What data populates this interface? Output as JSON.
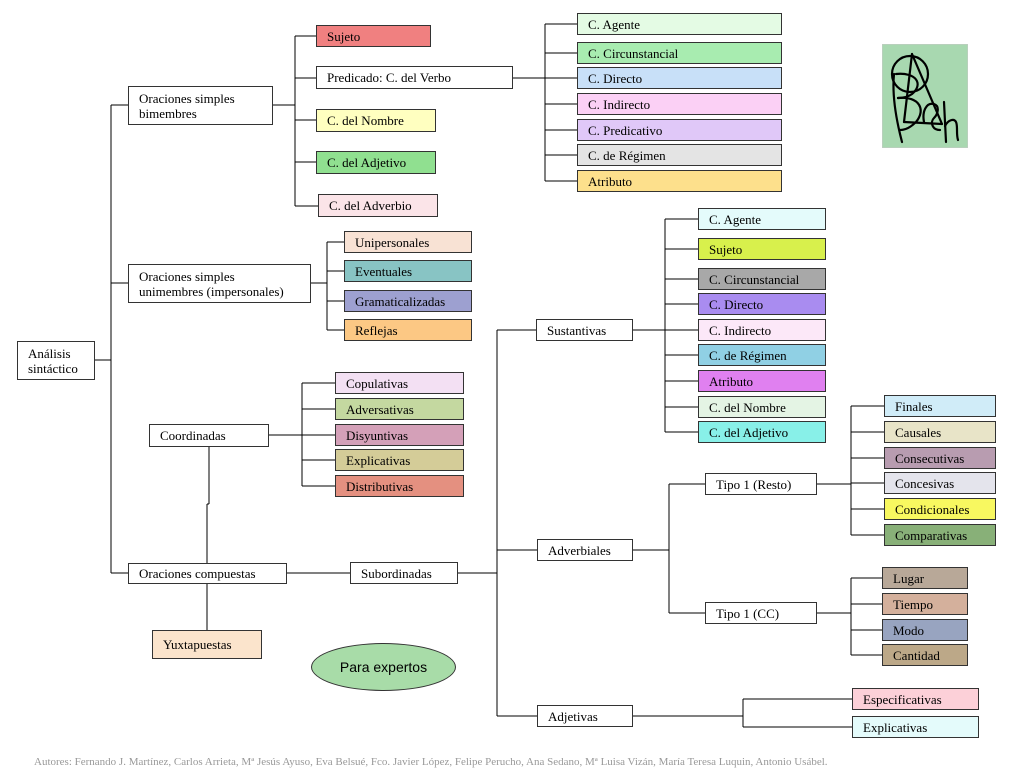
{
  "root": "Análisis\nsintáctico",
  "simples_bimembres": "Oraciones simples\nbimembres",
  "simples_unimembres": "Oraciones simples\nunimembres (impersonales)",
  "coordinadas": "Coordinadas",
  "compuestas": "Oraciones compuestas",
  "yuxtapuestas": "Yuxtapuestas",
  "subordinadas": "Subordinadas",
  "sustantivas": "Sustantivas",
  "adverbiales": "Adverbiales",
  "adjetivas": "Adjetivas",
  "bimembres": [
    "Sujeto",
    "Predicado: C. del Verbo",
    "C. del Nombre",
    "C. del Adjetivo",
    "C. del Adverbio"
  ],
  "verbo": [
    "C. Agente",
    "C. Circunstancial",
    "C. Directo",
    "C. Indirecto",
    "C. Predicativo",
    "C. de Régimen",
    "Atributo"
  ],
  "unimembres": [
    "Unipersonales",
    "Eventuales",
    "Gramaticalizadas",
    "Reflejas"
  ],
  "coord": [
    "Copulativas",
    "Adversativas",
    "Disyuntivas",
    "Explicativas",
    "Distributivas"
  ],
  "sust": [
    "C. Agente",
    "Sujeto",
    "C. Circunstancial",
    "C. Directo",
    "C. Indirecto",
    "C. de Régimen",
    "Atributo",
    "C. del Nombre",
    "C. del Adjetivo"
  ],
  "tipo1_resto": "Tipo 1 (Resto)",
  "tipo1_cc": "Tipo 1 (CC)",
  "resto": [
    "Finales",
    "Causales",
    "Consecutivas",
    "Concesivas",
    "Condicionales",
    "Comparativas"
  ],
  "cc": [
    "Lugar",
    "Tiempo",
    "Modo",
    "Cantidad"
  ],
  "adj": [
    "Especificativas",
    "Explicativas"
  ],
  "expertos": "Para expertos",
  "authors": "Autores: Fernando J. Martínez, Carlos Arrieta, Mª Jesús Ayuso, Eva Belsué, Fco. Javier López, Felipe Perucho, Ana Sedano, Mª Luisa Vizán, María Teresa Luquin, Antonio Usábel.",
  "colors": {
    "sujeto": "#f08080",
    "predicado": "#ffffff",
    "nombre": "#ffffc0",
    "adjetivo": "#90e090",
    "adverbio": "#fbe4e8",
    "agente": "#e4fbe4",
    "circ": "#a8ecb0",
    "directo": "#c8e0f8",
    "indirecto": "#fbd0f5",
    "predicativo": "#e0c8f8",
    "regimen": "#e4e4e4",
    "atributo": "#fde08c",
    "unipersonales": "#f8e2d4",
    "eventuales": "#88c4c4",
    "gramaticalizadas": "#9da0d0",
    "reflejas": "#fcc884",
    "copulativas": "#f3e0f3",
    "adversativas": "#c4d8a0",
    "disyuntivas": "#d4a0b8",
    "explicativas": "#d4cc98",
    "distributivas": "#e49080",
    "s_agente": "#e4fbfb",
    "s_sujeto": "#d8f04c",
    "s_circ": "#a8a8a8",
    "s_directo": "#a98cf0",
    "s_indirecto": "#fce8f8",
    "s_regimen": "#90d0e4",
    "s_atributo": "#e080f0",
    "s_nombre": "#e4f4e4",
    "s_adjetivo": "#88f0e8",
    "finales": "#d0ecf8",
    "causales": "#e8e4c8",
    "consecutivas": "#b89cb0",
    "concesivas": "#e4e4ec",
    "condicionales": "#f8f860",
    "comparativas": "#88b078",
    "lugar": "#b8a898",
    "tiempo": "#d4b09c",
    "modo": "#98a4c0",
    "cantidad": "#bca888",
    "especificativas": "#fcd0d8",
    "explicativas_adj": "#e4fbfb",
    "expertos": "#a8dca8",
    "logo_bg": "#a8d8b0"
  }
}
